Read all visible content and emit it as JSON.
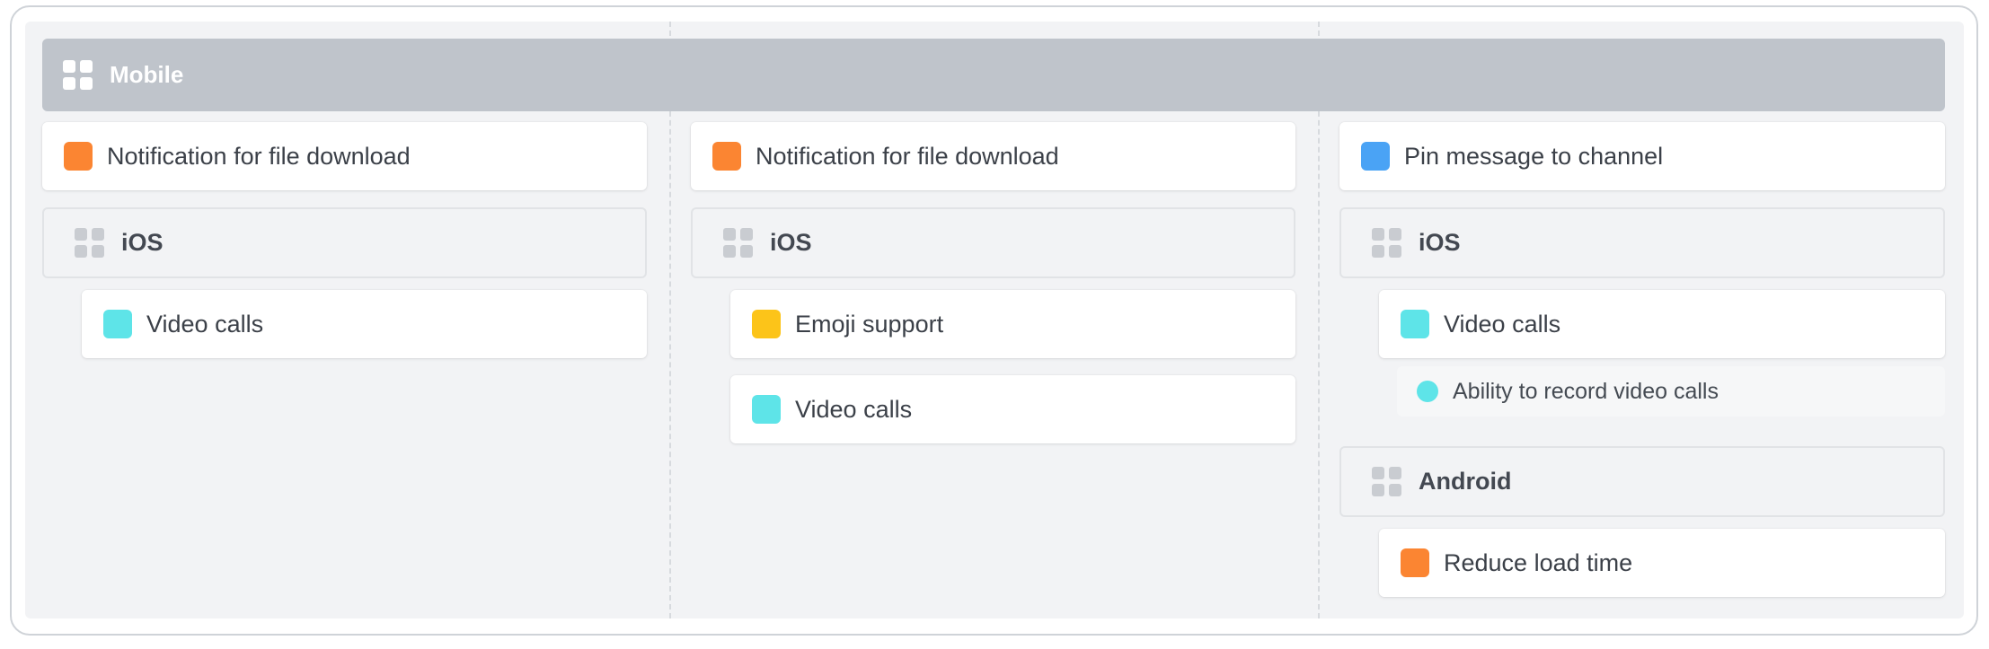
{
  "colors": {
    "orange": "#fb8532",
    "blue": "#4aa3f5",
    "cyan": "#5ee4e8",
    "yellow": "#fcc419",
    "group_header_bg": "#bfc4cb",
    "board_bg": "#f2f3f5"
  },
  "group": {
    "title": "Mobile",
    "icon": "grid-icon"
  },
  "columns": [
    {
      "card": {
        "label": "Notification for file download",
        "color": "orange"
      },
      "subgroups": [
        {
          "title": "iOS",
          "icon": "grid-icon",
          "items": [
            {
              "label": "Video calls",
              "color": "cyan"
            }
          ]
        }
      ]
    },
    {
      "card": {
        "label": "Notification for file download",
        "color": "orange"
      },
      "subgroups": [
        {
          "title": "iOS",
          "icon": "grid-icon",
          "items": [
            {
              "label": "Emoji support",
              "color": "yellow"
            },
            {
              "label": "Video calls",
              "color": "cyan"
            }
          ]
        }
      ]
    },
    {
      "card": {
        "label": "Pin message to channel",
        "color": "blue"
      },
      "subgroups": [
        {
          "title": "iOS",
          "icon": "grid-icon",
          "items": [
            {
              "label": "Video calls",
              "color": "cyan",
              "children": [
                {
                  "label": "Ability to record video calls",
                  "color": "cyan"
                }
              ]
            }
          ]
        },
        {
          "title": "Android",
          "icon": "grid-icon",
          "items": [
            {
              "label": "Reduce load time",
              "color": "orange"
            }
          ]
        }
      ]
    }
  ]
}
